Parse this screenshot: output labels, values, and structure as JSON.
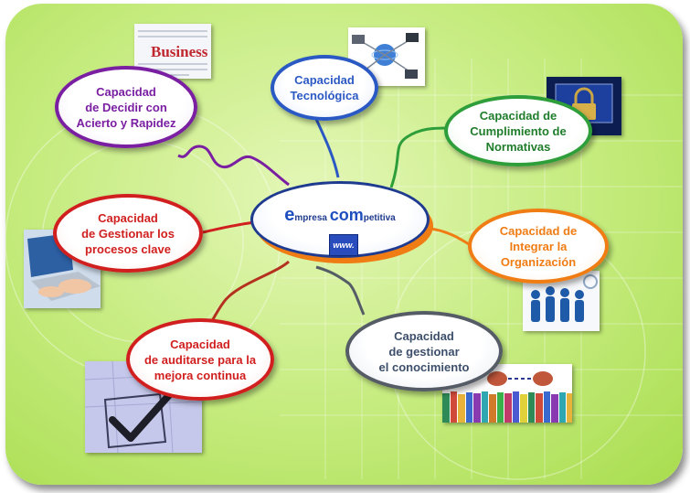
{
  "center": {
    "prefix_big": "e",
    "prefix_small": "mpresa ",
    "mid_big": "com",
    "suffix_small": "petitiva",
    "badge": "www."
  },
  "nodes": {
    "decidir": "Capacidad\nde Decidir con\nAcierto y Rapidez",
    "tecnologica": "Capacidad\nTecnológica",
    "normativas": "Capacidad de\nCumplimiento de\nNormativas",
    "gestionar_procesos": "Capacidad\nde Gestionar los\nprocesos clave",
    "integrar": "Capacidad de\nIntegrar la\nOrganización",
    "auditarse": "Capacidad\nde auditarse para la\nmejora continua",
    "conocimiento": "Capacidad\nde gestionar\nel conocimiento"
  },
  "images": {
    "business_word": "Business"
  },
  "colors": {
    "background_light": "#e4f7b8",
    "background_dark": "#a9dd4f",
    "center_blue": "#1f3b8f",
    "purple": "#7a1fa2",
    "blue": "#2b59c3",
    "green": "#2e9e3a",
    "red": "#d11f1f",
    "orange": "#f07c14",
    "grey": "#555c66"
  }
}
